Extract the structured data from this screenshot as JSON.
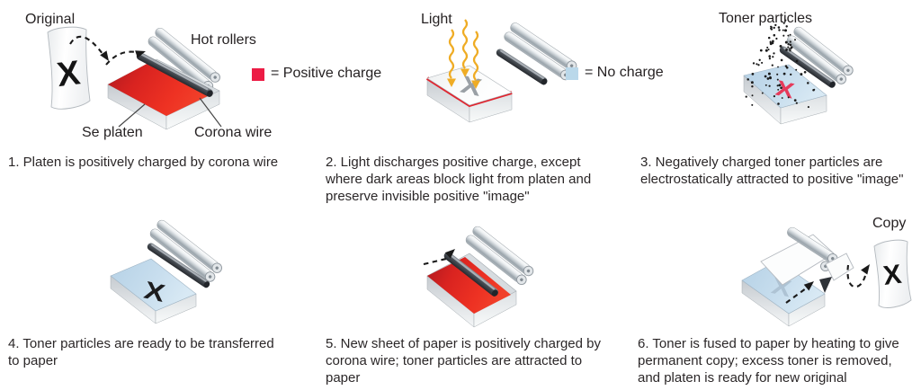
{
  "legend": {
    "positive": {
      "label": "= Positive charge",
      "color": "#ec1c45"
    },
    "negative": {
      "label": "= No charge",
      "color": "#bad8ea"
    }
  },
  "colors": {
    "platen_charged_red": "#e8251f",
    "platen_uncharged_blue": "#c6dcec",
    "light_ray_amber": "#efac24",
    "toner_black": "#1a1a1a"
  },
  "icons": {
    "original_paper": "original-paper-icon",
    "hot_rollers": "hot-rollers-icon",
    "corona_wire": "corona-wire-icon",
    "se_platen": "se-platen-icon",
    "light_rays": "light-rays-icon",
    "toner_dots": "toner-dots-icon",
    "copy_paper": "copy-paper-icon"
  },
  "panels": [
    {
      "labels": {
        "original": "Original",
        "hot_rollers": "Hot rollers",
        "se_platen": "Se platen",
        "corona_wire": "Corona wire"
      },
      "caption_lines": [
        "1. Platen is positively charged by corona wire"
      ]
    },
    {
      "labels": {
        "light": "Light"
      },
      "caption_lines": [
        "2. Light discharges positive charge, except",
        "where dark areas block light from platen and",
        "preserve invisible positive \"image\""
      ]
    },
    {
      "labels": {
        "toner": "Toner particles"
      },
      "caption_lines": [
        "3. Negatively charged toner particles are",
        "electrostatically attracted to positive \"image\""
      ]
    },
    {
      "labels": {},
      "caption_lines": [
        "4. Toner particles are ready to be transferred",
        "to paper"
      ]
    },
    {
      "labels": {},
      "caption_lines": [
        "5. New sheet of paper is positively charged by",
        "corona wire; toner particles are attracted to",
        "paper"
      ]
    },
    {
      "labels": {
        "copy": "Copy"
      },
      "caption_lines": [
        "6. Toner is fused to paper by heating to give",
        "permanent copy; excess toner is removed,",
        "and platen is ready for new original"
      ]
    }
  ]
}
